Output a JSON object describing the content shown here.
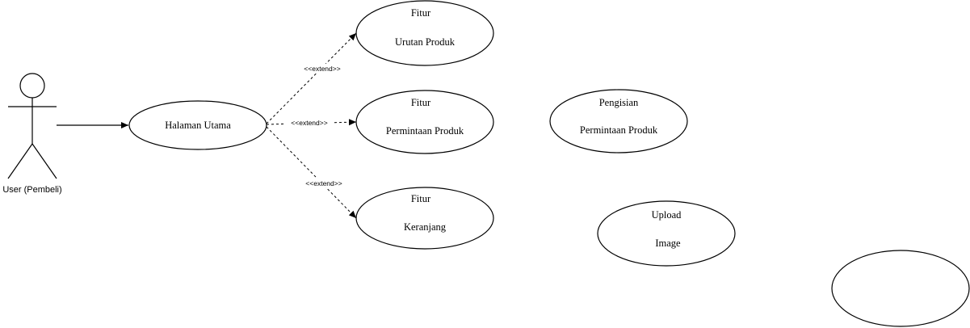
{
  "diagram": {
    "actor": {
      "label": "User (Pembeli)"
    },
    "use_cases": {
      "halaman_utama": {
        "line1": "Halaman Utama"
      },
      "fitur_urutan": {
        "line1": "Fitur",
        "line2": "Urutan Produk"
      },
      "fitur_permintaan": {
        "line1": "Fitur",
        "line2": "Permintaan Produk"
      },
      "fitur_keranjang": {
        "line1": "Fitur",
        "line2": "Keranjang"
      },
      "pengisian_permintaan": {
        "line1": "Pengisian",
        "line2": "Permintaan Produk"
      },
      "upload_image": {
        "line1": "Upload",
        "line2": "Image"
      },
      "empty": {
        "line1": ""
      }
    },
    "relations": {
      "extend_1": "<<extend>>",
      "extend_2": "<<extend>>",
      "extend_3": "<<extend>>"
    },
    "colors": {
      "stroke": "#000000",
      "background": "#ffffff"
    }
  }
}
